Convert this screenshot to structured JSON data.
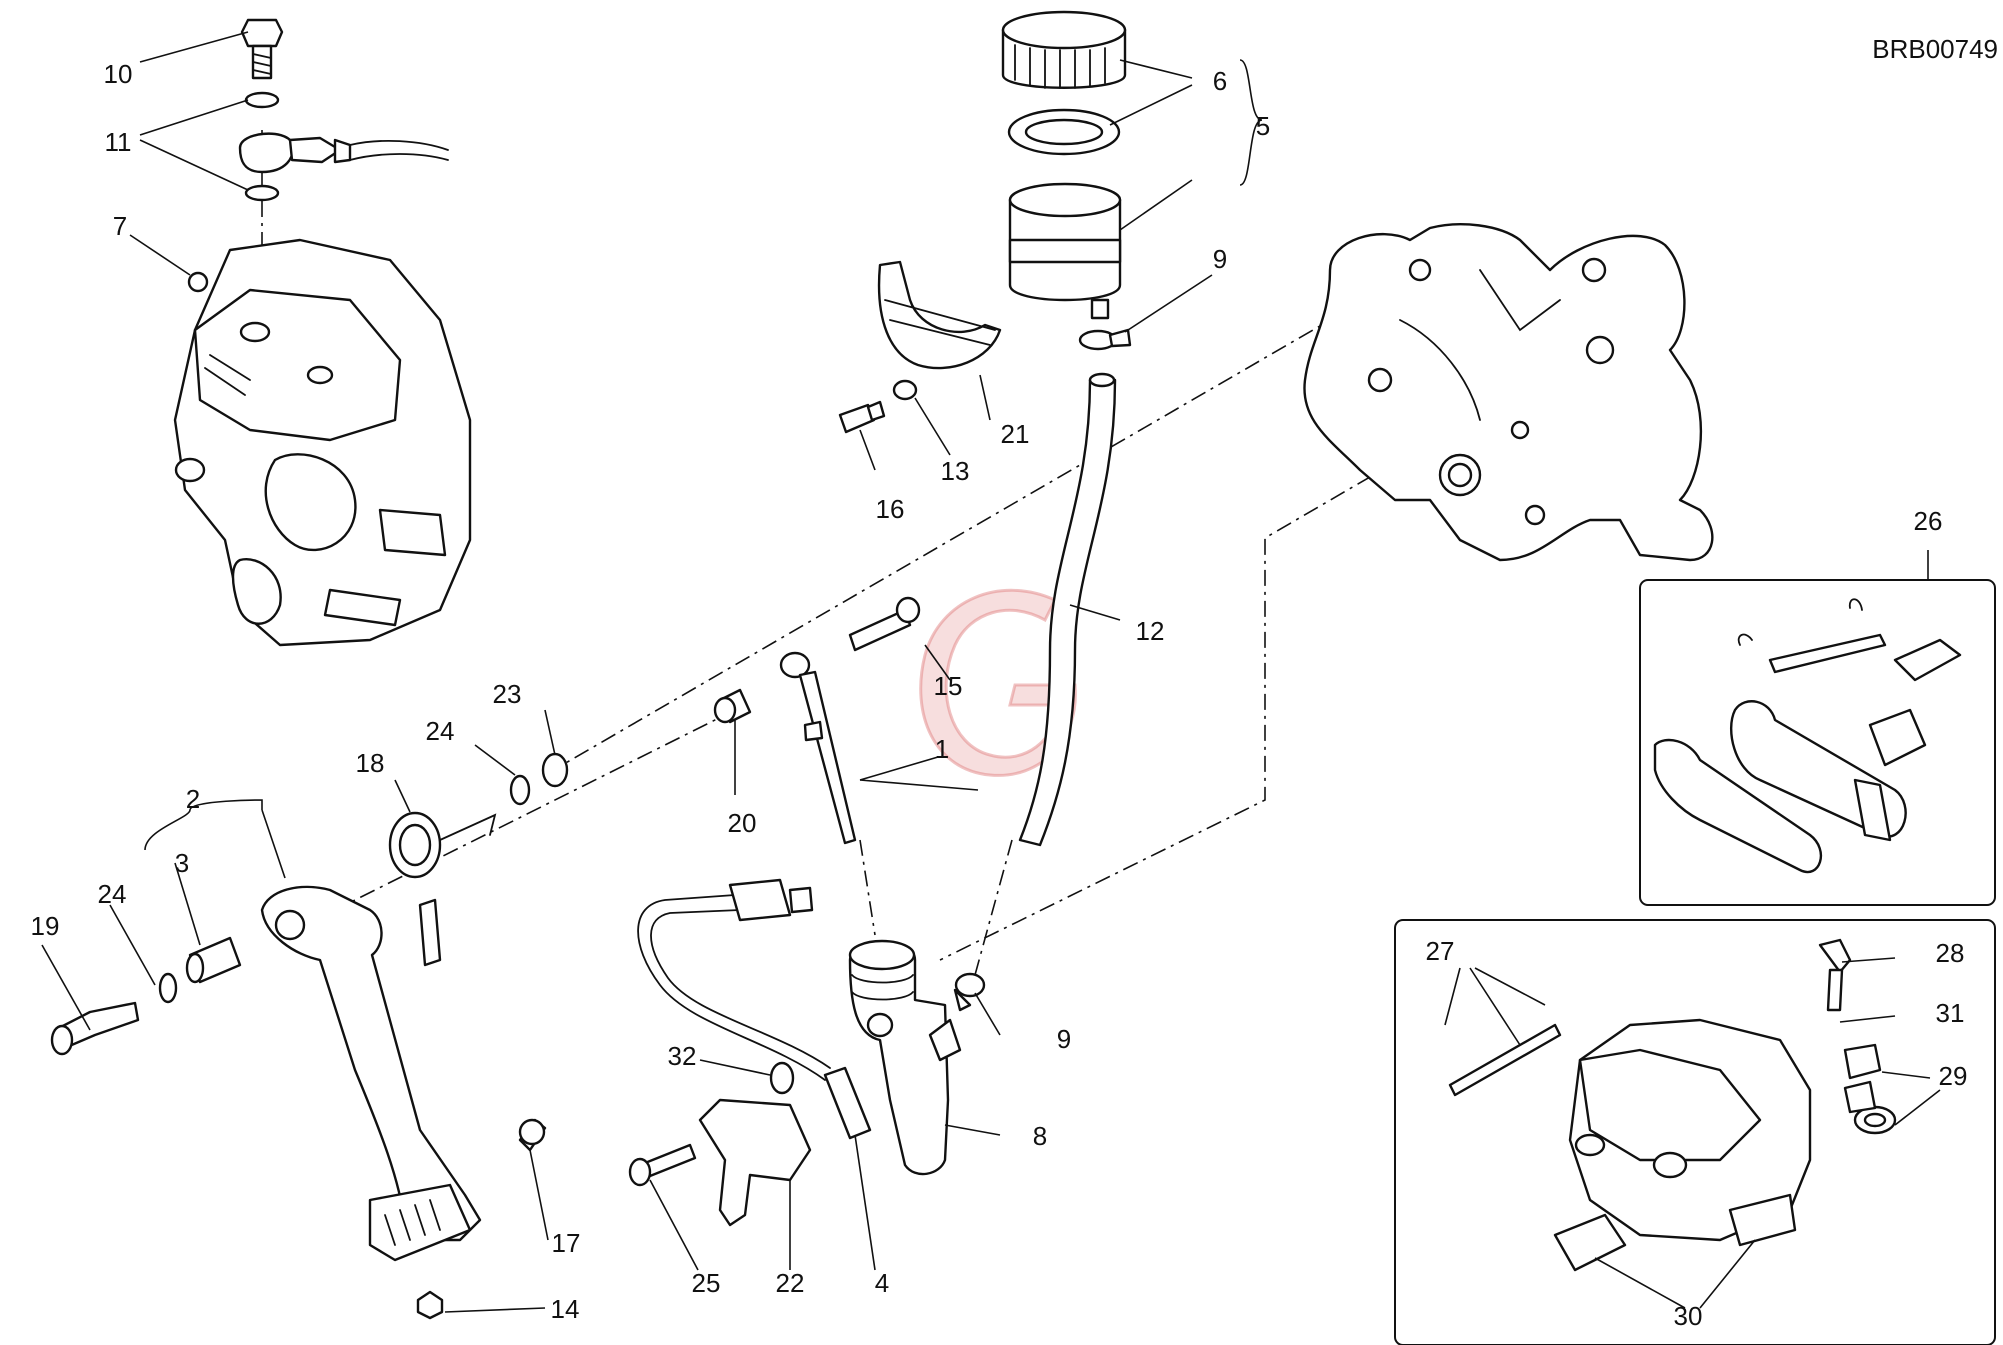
{
  "diagram": {
    "code": "BRB00749",
    "labels": [
      "1",
      "2",
      "3",
      "4",
      "5",
      "6",
      "7",
      "8",
      "9",
      "9",
      "10",
      "11",
      "12",
      "13",
      "14",
      "15",
      "16",
      "17",
      "18",
      "19",
      "20",
      "21",
      "22",
      "23",
      "24",
      "24",
      "25",
      "26",
      "27",
      "28",
      "29",
      "30",
      "31",
      "32"
    ],
    "colors": {
      "line": "#111111",
      "watermark": "#e8a0a0",
      "background": "#ffffff"
    },
    "watermark_icon": "g-logo-watermark"
  }
}
